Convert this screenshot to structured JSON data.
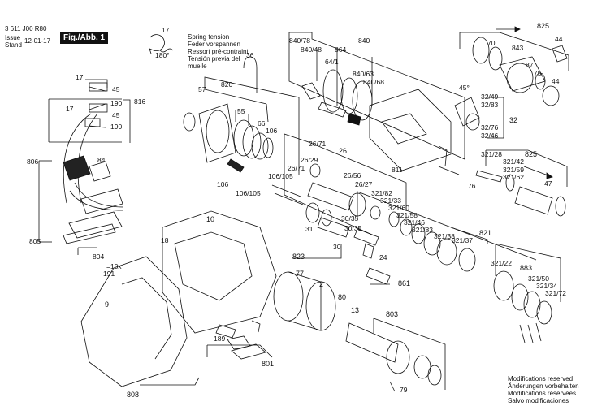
{
  "header": {
    "doc_number": "3 611 J00 R80",
    "issue_label": "Issue",
    "stand_label": "Stand",
    "issue_date": "12-01-17",
    "figure_tag": "Fig./Abb. 1"
  },
  "spring_note": {
    "angle": "17",
    "degrees": "180°",
    "lines": [
      "Spring tension",
      "Feder vorspannen",
      "Ressort pré-contraint",
      "Tensión previa del",
      "muelle"
    ]
  },
  "footer_note": {
    "lines": [
      "Modifications reserved",
      "Änderungen vorbehalten",
      "Modifications réservées",
      "Salvo modificaciones"
    ]
  },
  "parts": {
    "p17": "17",
    "p45": "45",
    "p190": "190",
    "p816": "816",
    "p17b": "17",
    "p45b": "45",
    "p190b": "190",
    "p806": "806",
    "p84": "84",
    "p805": "805",
    "p804": "804",
    "p820": "820",
    "p57": "57",
    "p55": "55",
    "p66": "66",
    "p106": "106",
    "p106_105": "106/105",
    "p106b": "106",
    "p106_105b": "106/105",
    "p36": "36",
    "p840_78": "840/78",
    "p840_48": "840/48",
    "p840": "840",
    "p864": "864",
    "p64_1": "64/1",
    "p840_63": "840/63",
    "p840_68": "840/68",
    "p811": "811",
    "p76": "76",
    "p825": "825",
    "p70": "70",
    "p843": "843",
    "p44a": "44",
    "p87": "87",
    "p75": "75",
    "p44b": "44",
    "p32_49": "32/49",
    "p32_83": "32/83",
    "p32": "32",
    "p32_76": "32/76",
    "p32_46": "32/46",
    "p45deg": "45°",
    "p321_28": "321/28",
    "p321_42": "321/42",
    "p825b": "825",
    "p321_59": "321/59",
    "p321_62": "321/62",
    "p47": "47",
    "p26_71": "26/71",
    "p26": "26",
    "p26_29": "26/29",
    "p26_71b": "26/71",
    "p26_56": "26/56",
    "p26_27": "26/27",
    "p321_82": "321/82",
    "p321_33": "321/33",
    "p321_60": "321/60",
    "p321_58": "321/58",
    "p321_46": "321/46",
    "p321_83": "321/83",
    "p321_38": "321/38",
    "p821": "821",
    "p321_37": "321/37",
    "p31": "31",
    "p30_35": "30/35",
    "p30_35b": "30/35",
    "p30": "30",
    "p823": "823",
    "p24": "24",
    "p861": "861",
    "p321_22": "321/22",
    "p883": "883",
    "p321_50": "321/50",
    "p321_34": "321/34",
    "p321_72": "321/72",
    "p10": "10",
    "p18": "18",
    "p10x": "=10x",
    "p191": "191",
    "p9": "9",
    "p77": "77",
    "p2": "2",
    "p80": "80",
    "p13": "13",
    "p803": "803",
    "p189": "189",
    "p801": "801",
    "p808": "808",
    "p79": "79"
  }
}
